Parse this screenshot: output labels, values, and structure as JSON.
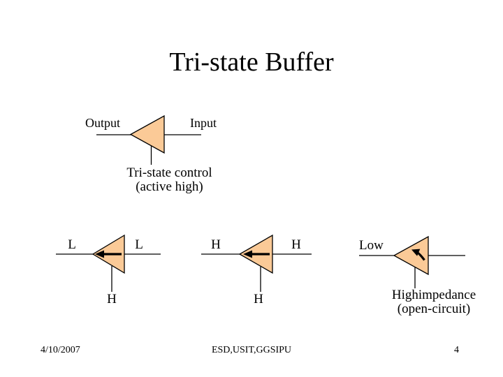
{
  "slide": {
    "title": "Tri-state Buffer"
  },
  "main_buffer": {
    "output_label": "Output",
    "input_label": "Input",
    "control_line1": "Tri-state control",
    "control_line2": "(active high)"
  },
  "cases": [
    {
      "left_label": "L",
      "right_label": "L",
      "control_label": "H"
    },
    {
      "left_label": "H",
      "right_label": "H",
      "control_label": "H"
    },
    {
      "left_label": "Low",
      "note_line1": "Highimpedance",
      "note_line2": "(open-circuit)"
    }
  ],
  "footer": {
    "date": "4/10/2007",
    "center": "ESD,USIT,GGSIPU",
    "page": "4"
  },
  "colors": {
    "buffer_fill": "#FBCA97",
    "stroke": "#000000",
    "background": "#FFFFFF"
  }
}
